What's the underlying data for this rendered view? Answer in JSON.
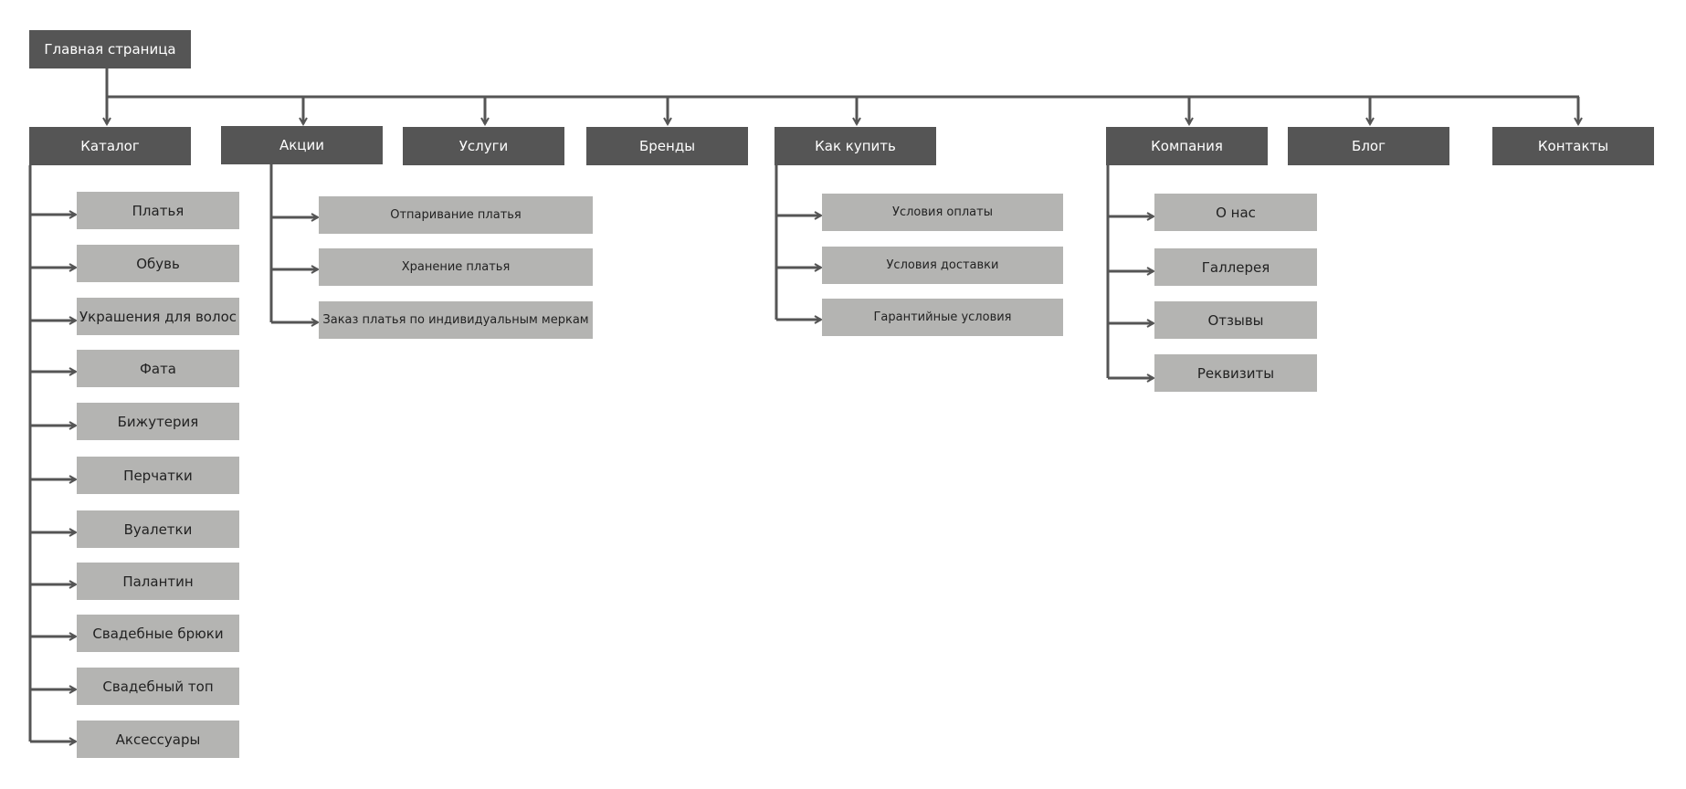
{
  "root": {
    "label": "Главная страница"
  },
  "colors": {
    "dark_box": "#555555",
    "light_box": "#b4b4b2",
    "connector": "#555555"
  },
  "sections": [
    {
      "key": "catalog",
      "label": "Каталог",
      "items": [
        "Платья",
        "Обувь",
        "Украшения для волос",
        "Фата",
        "Бижутерия",
        "Перчатки",
        "Вуалетки",
        "Палантин",
        "Свадебные брюки",
        "Свадебный топ",
        "Аксессуары"
      ]
    },
    {
      "key": "promo",
      "label": "Акции",
      "items": [
        "Отпаривание платья",
        "Хранение платья",
        "Заказ платья по индивидуальным меркам"
      ]
    },
    {
      "key": "services",
      "label": "Услуги",
      "items": []
    },
    {
      "key": "brands",
      "label": "Бренды",
      "items": []
    },
    {
      "key": "how-to-buy",
      "label": "Как купить",
      "items": [
        "Условия оплаты",
        "Условия доставки",
        "Гарантийные условия"
      ]
    },
    {
      "key": "company",
      "label": "Компания",
      "items": [
        "О нас",
        "Галлерея",
        "Отзывы",
        "Реквизиты"
      ]
    },
    {
      "key": "blog",
      "label": "Блог",
      "items": []
    },
    {
      "key": "contacts",
      "label": "Контакты",
      "items": []
    }
  ]
}
